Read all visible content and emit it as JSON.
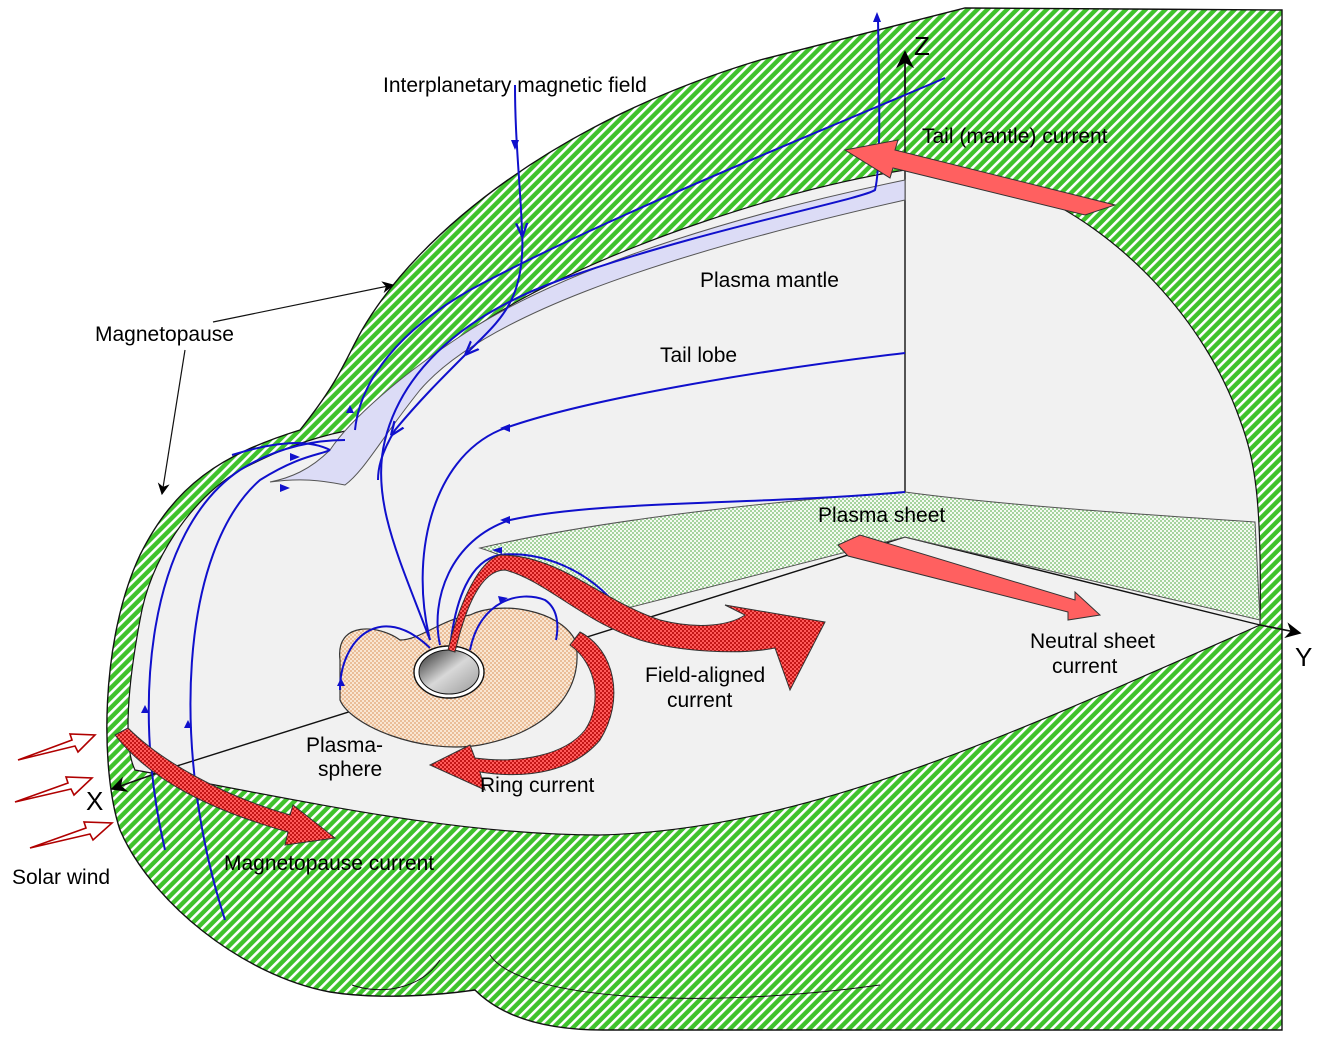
{
  "labels": {
    "imf": "Interplanetary magnetic field",
    "tail_current": "Tail (mantle) current",
    "magnetopause": "Magnetopause",
    "plasma_mantle": "Plasma mantle",
    "tail_lobe": "Tail lobe",
    "plasma_sheet": "Plasma sheet",
    "neutral_sheet_1": "Neutral sheet",
    "neutral_sheet_2": "current",
    "field_aligned_1": "Field-aligned",
    "field_aligned_2": "current",
    "plasmasphere_1": "Plasma-",
    "plasmasphere_2": "sphere",
    "ring_current": "Ring current",
    "solar_wind": "Solar wind",
    "magnetopause_current": "Magnetopause current"
  },
  "axes": {
    "x": "X",
    "y": "Y",
    "z": "Z"
  },
  "colors": {
    "magnetopause_fill": "#3fc22c",
    "interior": "#f1f1f1",
    "field_line": "#1010cc",
    "current_arrow": "#ff6060",
    "current_hatched": "#e52020",
    "mantle": "#dcdcf6",
    "plasma_sheet": "#cde8c8",
    "plasmasphere": "#f6d9bf"
  }
}
